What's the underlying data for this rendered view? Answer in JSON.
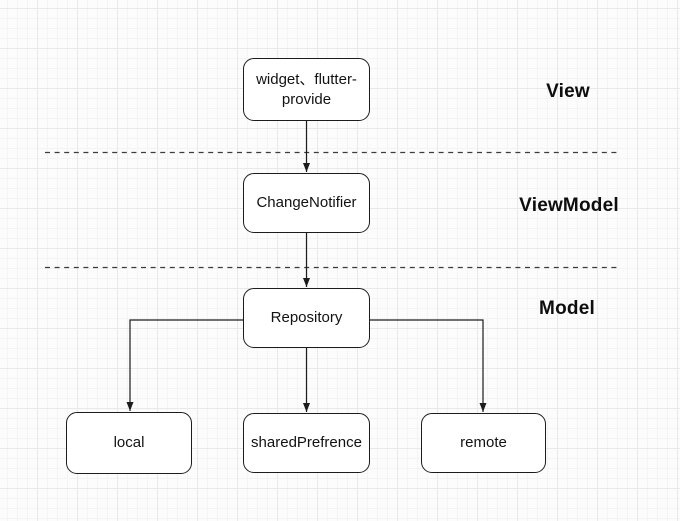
{
  "diagram": {
    "nodes": [
      {
        "id": "widget-flutter-provide",
        "label": "widget、flutter-provide"
      },
      {
        "id": "change-notifier",
        "label": "ChangeNotifier"
      },
      {
        "id": "repository",
        "label": "Repository"
      },
      {
        "id": "local",
        "label": "local"
      },
      {
        "id": "shared-prefrence",
        "label": "sharedPrefrence"
      },
      {
        "id": "remote",
        "label": "remote"
      }
    ],
    "layers": [
      {
        "label": "View"
      },
      {
        "label": "ViewModel"
      },
      {
        "label": "Model"
      }
    ],
    "edges": [
      {
        "from": "widget-flutter-provide",
        "to": "change-notifier"
      },
      {
        "from": "change-notifier",
        "to": "repository"
      },
      {
        "from": "repository",
        "to": "local"
      },
      {
        "from": "repository",
        "to": "shared-prefrence"
      },
      {
        "from": "repository",
        "to": "remote"
      }
    ],
    "colors": {
      "node_fill": "#ffffff",
      "node_border": "#1c1c1c",
      "edge": "#1c1c1c",
      "divider": "#3c3c3c",
      "text": "#121212",
      "grid_minor": "#f4f4f4",
      "grid_major": "#e9e9e9",
      "background": "#fcfcfc"
    }
  }
}
